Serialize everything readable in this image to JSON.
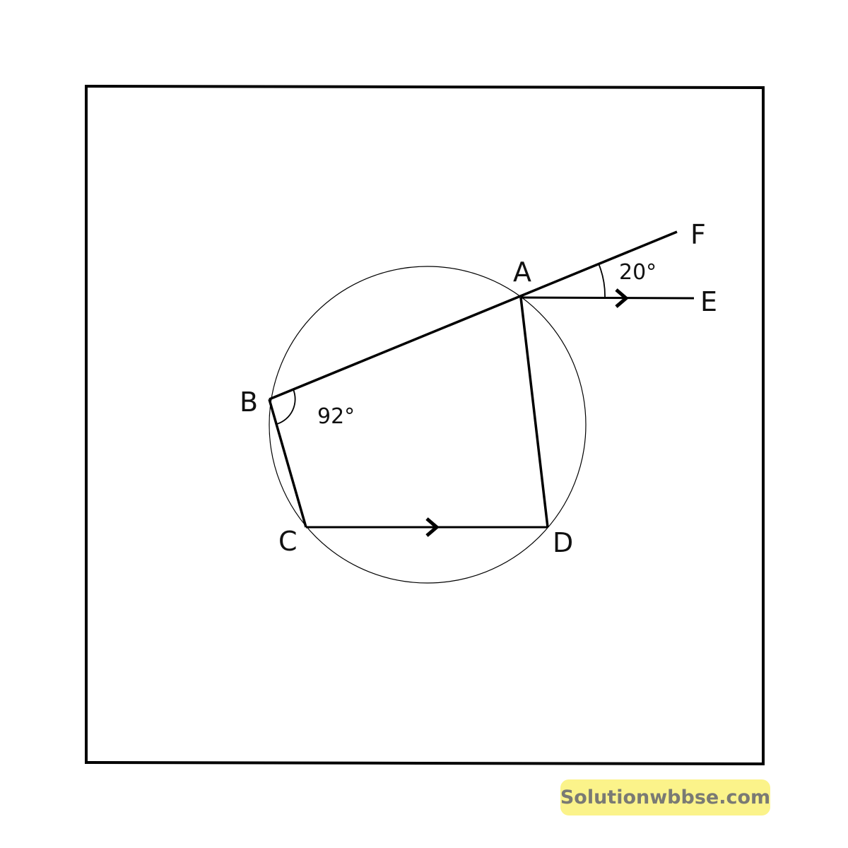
{
  "diagram": {
    "points": {
      "A": "A",
      "B": "B",
      "C": "C",
      "D": "D",
      "E": "E",
      "F": "F"
    },
    "angles": {
      "FAE": "20°",
      "ABC": "92°"
    },
    "parallel_marks": [
      "AE",
      "CD"
    ]
  },
  "watermark": {
    "text": "Solutionwbbse.com",
    "color": "#fbf38a"
  }
}
